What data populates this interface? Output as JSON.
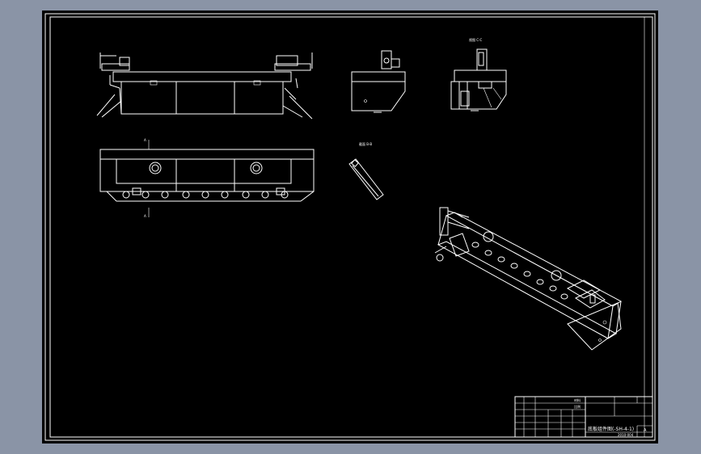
{
  "viewport": {
    "background": "#000000",
    "outer_background": "#8a94a6",
    "line_color": "#ffffff"
  },
  "labels": {
    "section_cc": "视图 C-C",
    "section_bb": "截面 B-B",
    "section_mark_top": "A",
    "section_mark_bottom": "A"
  },
  "title_block": {
    "drawing_title": "底板组件图(-SH-4-1)",
    "drawing_number": "2010-004",
    "sheet": "A",
    "material_label": "材料",
    "scale_label": "比例"
  }
}
